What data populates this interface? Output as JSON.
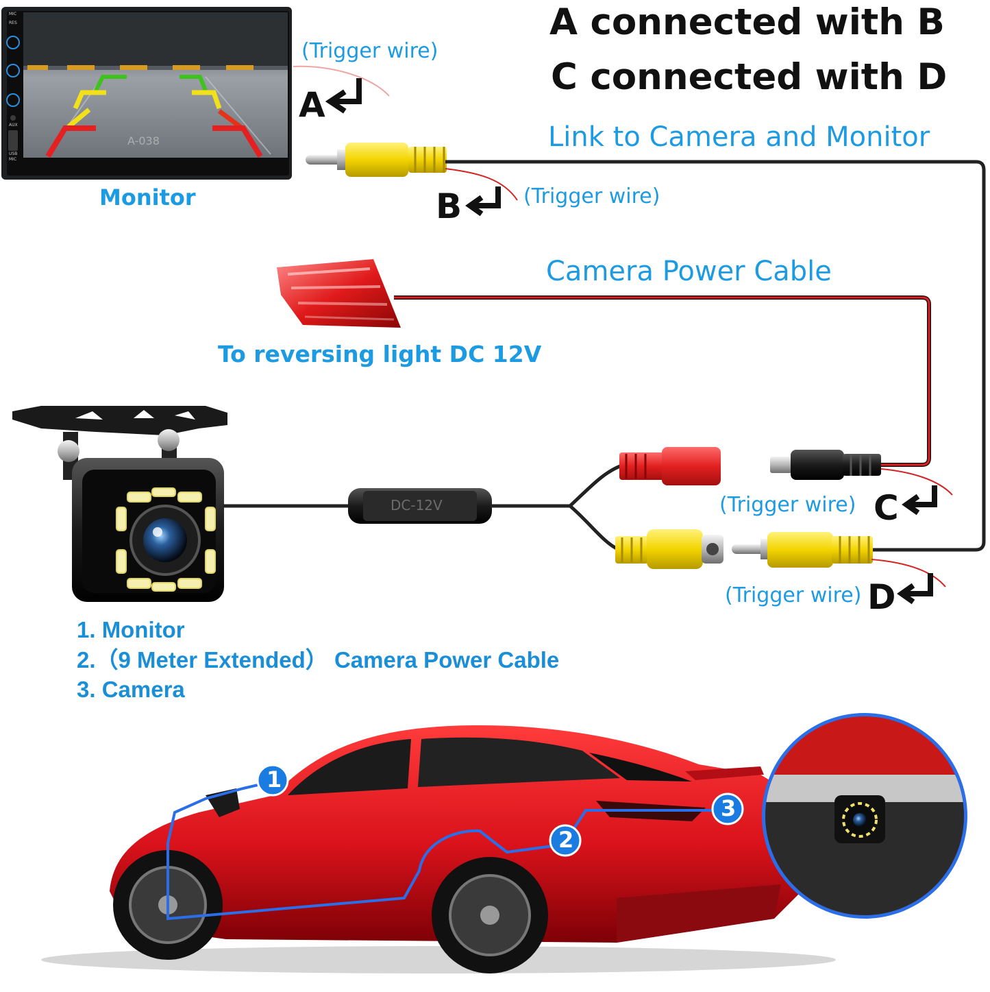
{
  "headline": {
    "line1": "A connected with B",
    "line2": "C connected with D"
  },
  "labels": {
    "trigger_wire_a": "(Trigger wire)",
    "trigger_wire_b": "(Trigger wire)",
    "trigger_wire_c": "(Trigger wire)",
    "trigger_wire_d": "(Trigger wire)",
    "monitor": "Monitor",
    "link_camera_monitor": "Link to Camera and Monitor",
    "camera_power_cable": "Camera Power Cable",
    "reversing_light": "To reversing light DC 12V",
    "inline_box": "DC-12V",
    "plate_text": "A-038"
  },
  "letters": {
    "a": "A",
    "b": "B",
    "c": "C",
    "d": "D"
  },
  "legend": {
    "item1": "1. Monitor",
    "item2": "2.（9 Meter Extended） Camera Power Cable",
    "item3": "3. Camera"
  },
  "badges": [
    "1",
    "2",
    "3"
  ],
  "monitor_buttons": [
    "MIC",
    "RES",
    "AUX",
    "USB",
    "MIC"
  ],
  "colors": {
    "label_blue": "#1d9be2",
    "badge_blue": "#1a7be0",
    "route_blue": "#2a6fe8",
    "wire_red": "#d42323",
    "rca_yellow": "#f3d400",
    "car_red": "#d9121b"
  },
  "icons": [
    "return-arrow-icon",
    "speaker-icon",
    "menu-icon",
    "camera-lens-icon"
  ]
}
